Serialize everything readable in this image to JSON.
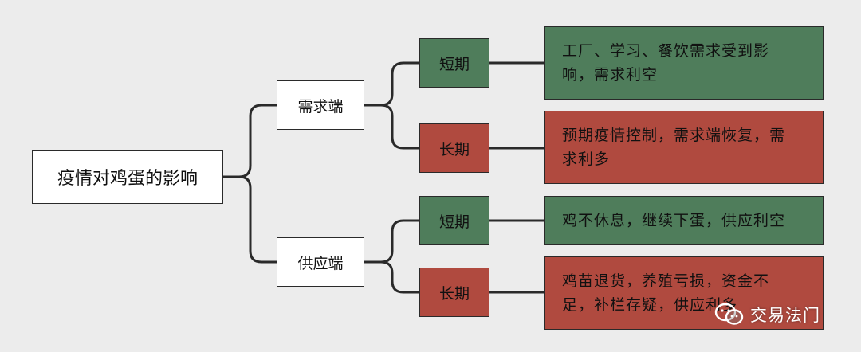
{
  "root": {
    "label": "疫情对鸡蛋的影响"
  },
  "branches": [
    {
      "label": "需求端",
      "children": [
        {
          "label": "短期",
          "desc_lines": [
            "工厂、学习、餐饮需求受到影",
            "响，需求利空"
          ],
          "color": "#4f7d5b"
        },
        {
          "label": "长期",
          "desc_lines": [
            "预期疫情控制，需求端恢复，需",
            "求利多"
          ],
          "color": "#b04a3f"
        }
      ]
    },
    {
      "label": "供应端",
      "children": [
        {
          "label": "短期",
          "desc_lines": [
            "鸡不休息，继续下蛋，供应利空"
          ],
          "color": "#4f7d5b"
        },
        {
          "label": "长期",
          "desc_lines": [
            "鸡苗退货，养殖亏损，资金不",
            "足，补栏存疑，供应利多"
          ],
          "color": "#b04a3f"
        }
      ]
    }
  ],
  "watermark": {
    "text": "交易法门",
    "icon": "wechat-icon"
  }
}
